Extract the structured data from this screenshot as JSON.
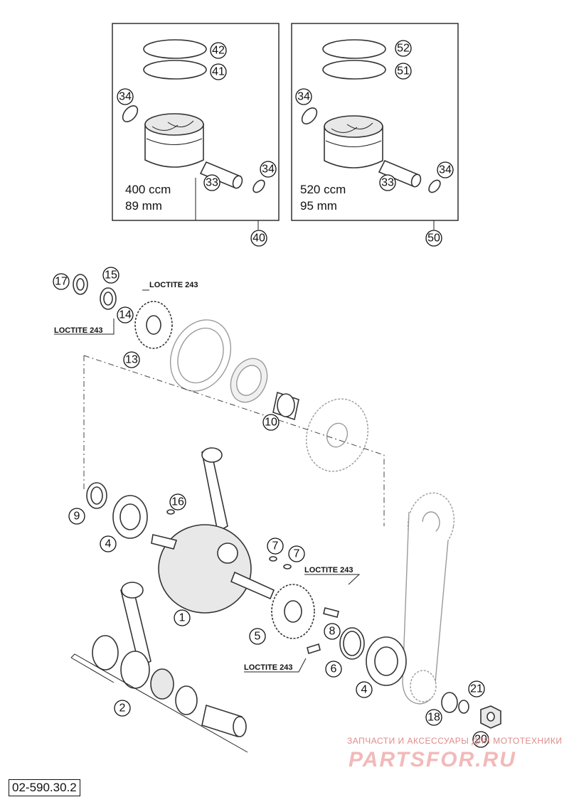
{
  "kits": [
    {
      "spec_line1": "400 ccm",
      "spec_line2": "89 mm",
      "kit_number": "40",
      "ring_upper": "42",
      "ring_lower": "41",
      "circlip_left": "34",
      "circlip_right": "34",
      "pin": "33"
    },
    {
      "spec_line1": "520 ccm",
      "spec_line2": "95 mm",
      "kit_number": "50",
      "ring_upper": "52",
      "ring_lower": "51",
      "circlip_left": "34",
      "circlip_right": "34",
      "pin": "33"
    }
  ],
  "callouts": {
    "p1": "1",
    "p2": "2",
    "p4a": "4",
    "p4b": "4",
    "p5": "5",
    "p6": "6",
    "p7a": "7",
    "p7b": "7",
    "p8": "8",
    "p9": "9",
    "p10": "10",
    "p13": "13",
    "p14": "14",
    "p15": "15",
    "p16": "16",
    "p17": "17",
    "p18": "18",
    "p20": "20",
    "p21": "21"
  },
  "loctite_labels": [
    "LOCTITE 243",
    "LOCTITE 243",
    "LOCTITE 243",
    "LOCTITE 243"
  ],
  "watermark": {
    "line1": "ЗАПЧАСТИ И АКСЕССУАРЫ ДЛЯ МОТОТЕХНИКИ",
    "line2": "PARTSFOR.RU"
  },
  "drawing_number": "02-590.30.2"
}
